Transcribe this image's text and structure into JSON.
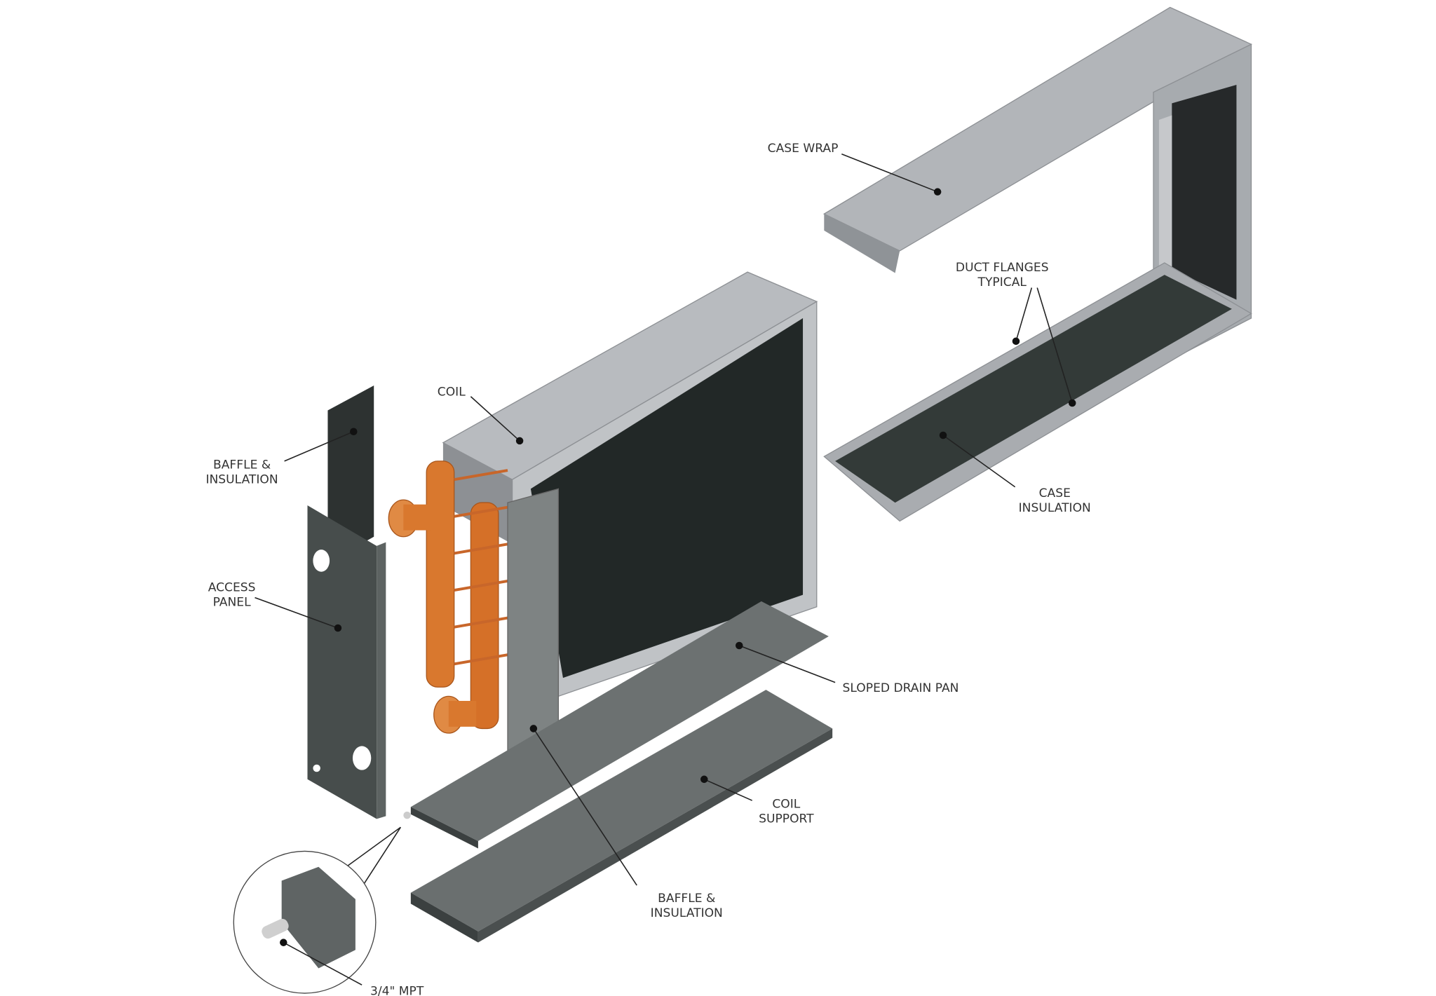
{
  "labels": {
    "case_wrap": "CASE WRAP",
    "duct_flanges_line1": "DUCT FLANGES",
    "duct_flanges_line2": "TYPICAL",
    "case_insulation_line1": "CASE",
    "case_insulation_line2": "INSULATION",
    "coil": "COIL",
    "baffle_upper_line1": "BAFFLE &",
    "baffle_upper_line2": "INSULATION",
    "access_panel_line1": "ACCESS",
    "access_panel_line2": "PANEL",
    "sloped_drain_pan": "SLOPED DRAIN PAN",
    "coil_support_line1": "COIL",
    "coil_support_line2": "SUPPORT",
    "baffle_lower_line1": "BAFFLE &",
    "baffle_lower_line2": "INSULATION",
    "mpt": "3/4\" MPT"
  },
  "colors": {
    "sheet_metal": "#a9acb0",
    "insulation": "#2e3432",
    "panel": "#474d4c",
    "copper": "#d9782e"
  }
}
